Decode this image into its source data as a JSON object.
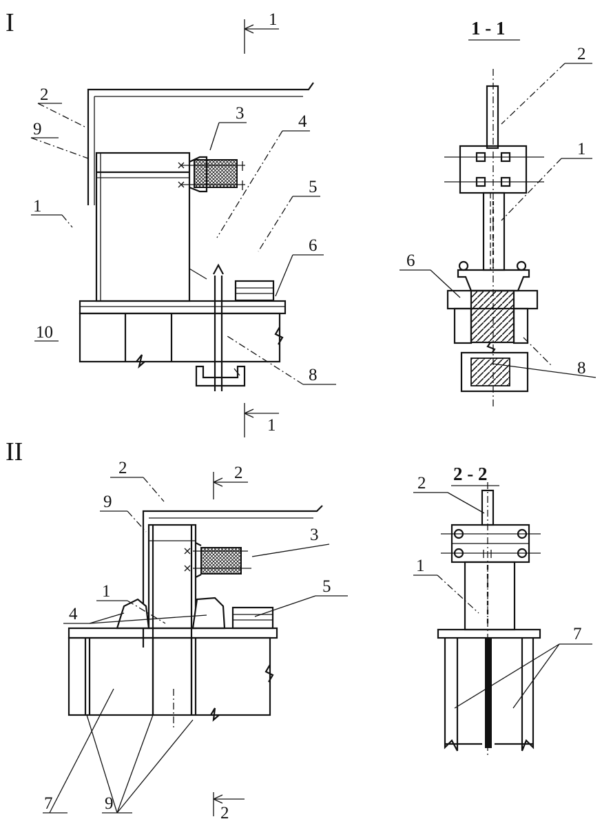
{
  "views": {
    "view1": {
      "title": "I"
    },
    "view2": {
      "title": "II"
    },
    "section1": {
      "title": "1 - 1",
      "marker": "1"
    },
    "section2": {
      "title": "2 - 2",
      "marker": "2"
    }
  },
  "labels": {
    "l1": "1",
    "l2": "2",
    "l3": "3",
    "l4": "4",
    "l5": "5",
    "l6": "6",
    "l7": "7",
    "l8": "8",
    "l9": "9",
    "l10": "10"
  }
}
